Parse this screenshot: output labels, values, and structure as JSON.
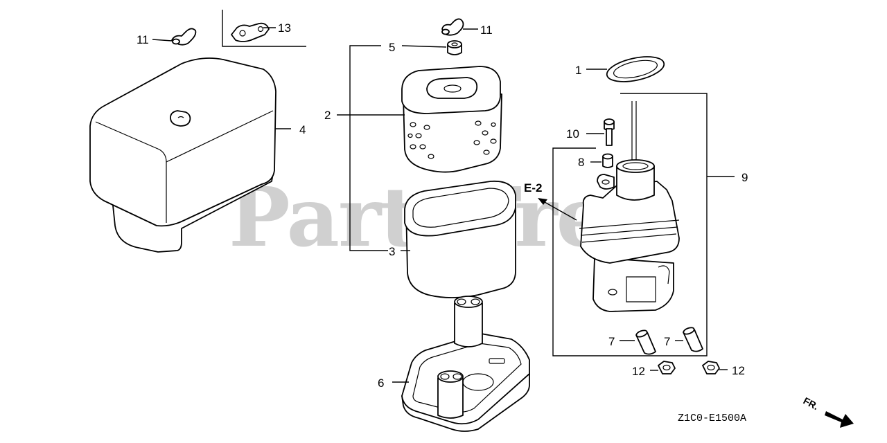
{
  "watermark": "PartsTree",
  "diagram_code": "Z1C0-E1500A",
  "direction_label": "FR.",
  "reference_label": "E-2",
  "callouts": [
    {
      "id": "c11a",
      "label": "11"
    },
    {
      "id": "c13",
      "label": "13"
    },
    {
      "id": "c11b",
      "label": "11"
    },
    {
      "id": "c5",
      "label": "5"
    },
    {
      "id": "c2",
      "label": "2"
    },
    {
      "id": "c4",
      "label": "4"
    },
    {
      "id": "c3",
      "label": "3"
    },
    {
      "id": "c6",
      "label": "6"
    },
    {
      "id": "c1",
      "label": "1"
    },
    {
      "id": "c10",
      "label": "10"
    },
    {
      "id": "c8",
      "label": "8"
    },
    {
      "id": "c9",
      "label": "9"
    },
    {
      "id": "c7a",
      "label": "7"
    },
    {
      "id": "c7b",
      "label": "7"
    },
    {
      "id": "c12a",
      "label": "12"
    },
    {
      "id": "c12b",
      "label": "12"
    }
  ]
}
